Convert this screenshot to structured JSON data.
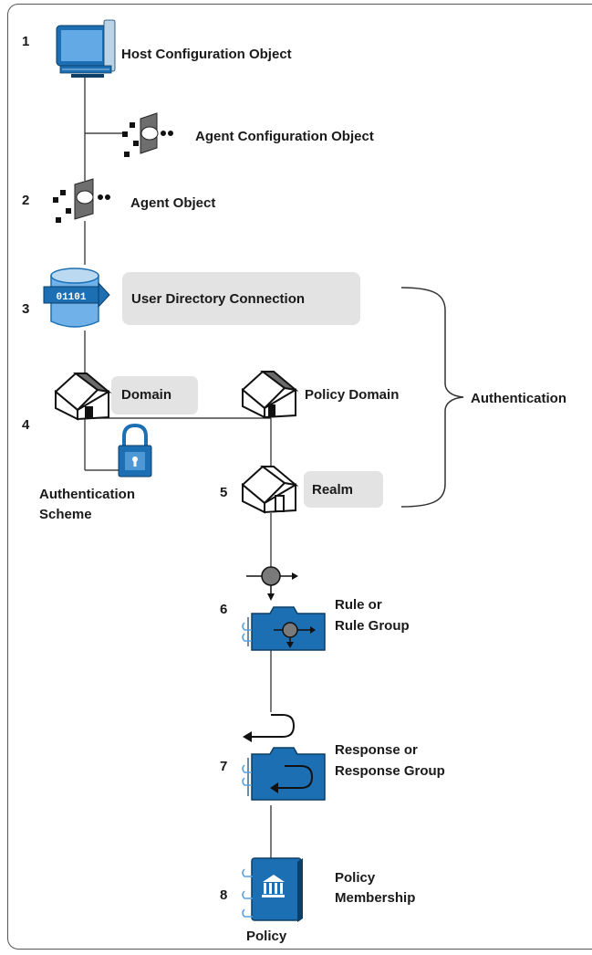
{
  "numbers": {
    "n1": "1",
    "n2": "2",
    "n3": "3",
    "n4": "4",
    "n5": "5",
    "n6": "6",
    "n7": "7",
    "n8": "8"
  },
  "labels": {
    "host_configuration_object": "Host Configuration Object",
    "agent_configuration_object": "Agent Configuration Object",
    "agent_object": "Agent Object",
    "user_directory_connection": "User Directory Connection",
    "domain": "Domain",
    "policy_domain": "Policy Domain",
    "authentication_scheme_line1": "Authentication",
    "authentication_scheme_line2": "Scheme",
    "realm": "Realm",
    "authentication": "Authentication",
    "rule_line1": "Rule or",
    "rule_line2": "Rule Group",
    "response_line1": "Response or",
    "response_line2": "Response Group",
    "policy_membership_line1": "Policy",
    "policy_membership_line2": "Membership",
    "policy": "Policy"
  },
  "icons": {
    "host": "computer-icon",
    "agent_config": "agent-icon",
    "agent": "agent-icon",
    "user_directory": "database-icon",
    "domain": "house-icon",
    "policy_domain": "house-icon",
    "realm": "house-icon",
    "auth_scheme": "padlock-icon",
    "rule": "rule-icon",
    "rule_group": "folder-icon",
    "response": "response-arrow-icon",
    "response_group": "folder-icon",
    "policy": "policy-book-icon"
  },
  "colors": {
    "icon_blue": "#1c6fb3",
    "label_box": "#e3e3e3",
    "line": "#222222",
    "house_roof": "#6b6b6b"
  }
}
